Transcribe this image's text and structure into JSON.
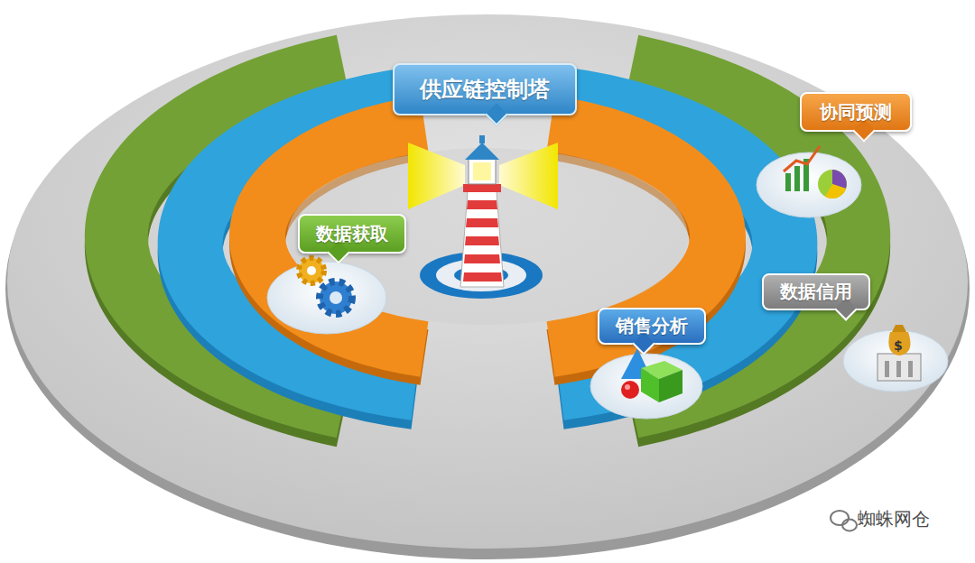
{
  "diagram": {
    "nodes": [
      {
        "text": [
          "供应链控制塔"
        ]
      },
      {
        "text": [
          "协同预测"
        ]
      },
      {
        "text": [
          "数据获取"
        ]
      },
      {
        "text": [
          "数据信用"
        ]
      },
      {
        "text": [
          "销售分析"
        ]
      }
    ],
    "labels": [
      "蜘蛛网仓"
    ]
  }
}
